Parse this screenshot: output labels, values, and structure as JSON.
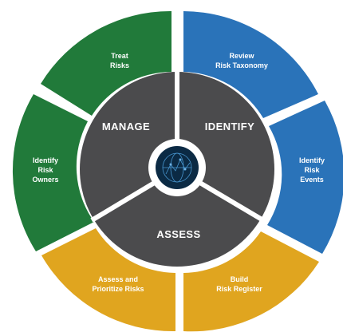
{
  "colors": {
    "green": "#217a3a",
    "blue": "#2a73b9",
    "gold": "#e0a51f",
    "inner": "#4b4b4d",
    "divider": "#ffffff",
    "hub": "#0b2a44"
  },
  "inner_segments": {
    "manage": "MANAGE",
    "identify": "IDENTIFY",
    "assess": "ASSESS"
  },
  "outer_segments": {
    "treat_risks": [
      "Treat",
      "Risks"
    ],
    "review_taxonomy": [
      "Review",
      "Risk Taxonomy"
    ],
    "identify_owners": [
      "Identify",
      "Risk",
      "Owners"
    ],
    "identify_events": [
      "Identify",
      "Risk",
      "Events"
    ],
    "assess_prioritize": [
      "Assess and",
      "Prioritize Risks"
    ],
    "build_register": [
      "Build",
      "Risk Register"
    ]
  },
  "hub": {
    "icon": "network-globe-icon"
  }
}
